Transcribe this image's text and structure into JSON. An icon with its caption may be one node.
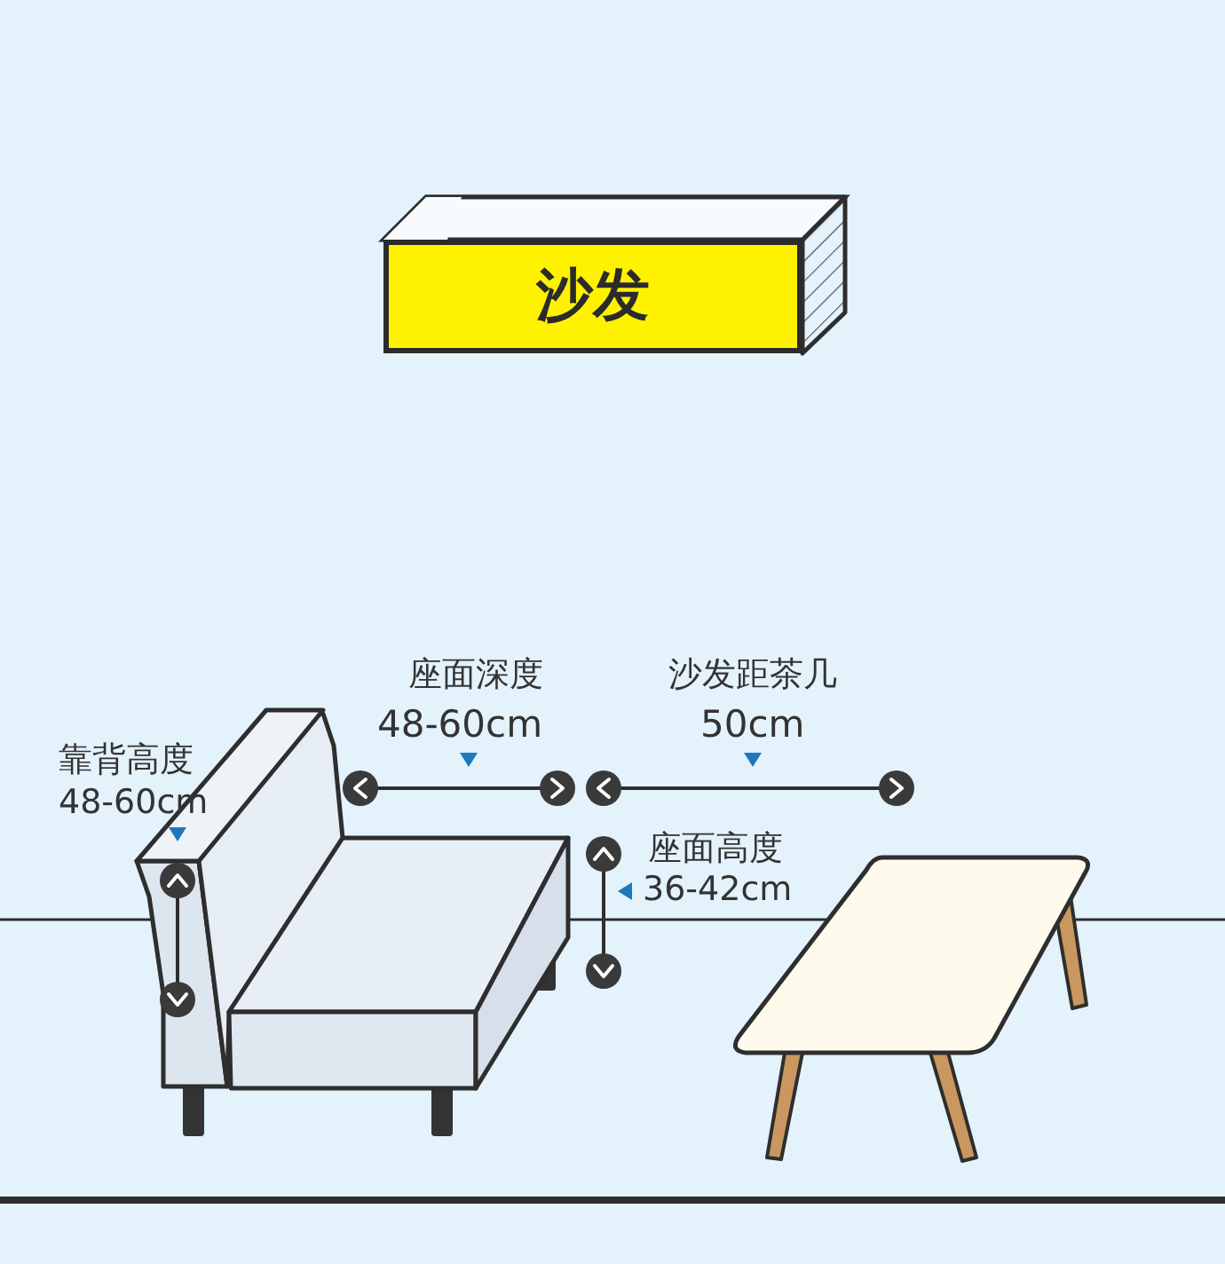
{
  "diagram": {
    "title": "沙发",
    "labels": [
      "座面深度",
      "48-60cm",
      "沙发距茶几",
      "50cm",
      "靠背高度",
      "48-60cm",
      "座面高度",
      "36-42cm"
    ]
  }
}
